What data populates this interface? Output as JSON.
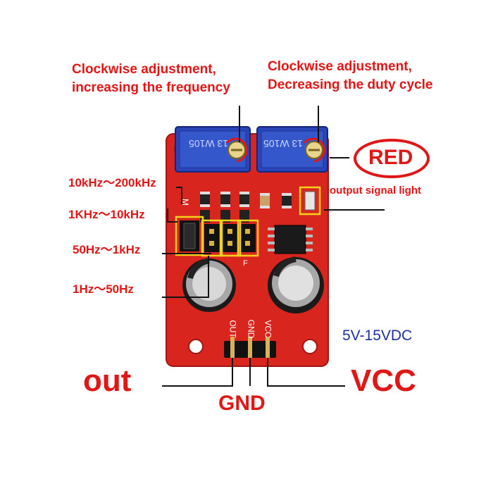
{
  "annotations": {
    "freq_adjust": {
      "line1": "Clockwise adjustment,",
      "line2": "increasing the frequency"
    },
    "duty_adjust": {
      "line1": "Clockwise adjustment,",
      "line2": "Decreasing the duty cycle"
    },
    "red_badge": "RED",
    "output_light": "output signal light",
    "ranges": [
      "10kHz～200kHz",
      "1KHz～10kHz",
      "50Hz～1kHz",
      "1Hz～50Hz"
    ],
    "voltage": "5V-15VDC",
    "pins": {
      "out": "out",
      "gnd": "GND",
      "vcc": "VCC"
    }
  },
  "board": {
    "pot_marking": "W105",
    "pot_number": "13",
    "silk_pins": [
      "OUT",
      "GND",
      "VCC"
    ],
    "silk_m": "M",
    "silk_f": "F"
  },
  "colors": {
    "annotation_red": "#e01717",
    "pcb_red": "#d8261f",
    "pot_blue": "#2945b8",
    "highlight_yellow": "#f2d21b",
    "voltage_blue": "#1f2fa8"
  }
}
